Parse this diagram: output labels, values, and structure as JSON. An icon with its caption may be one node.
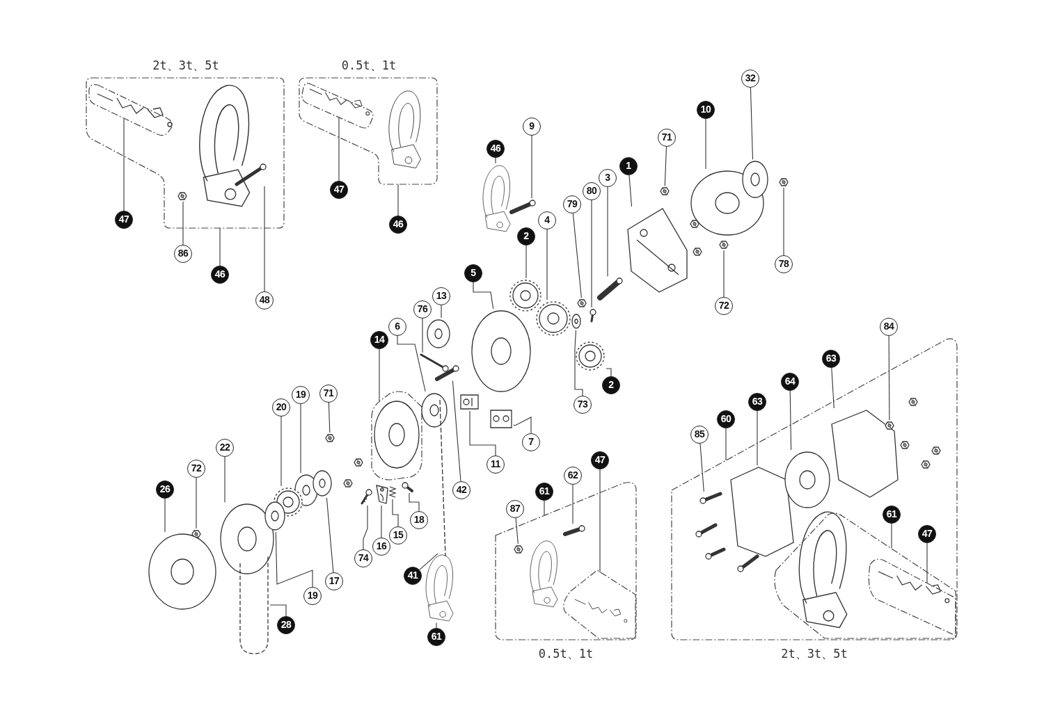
{
  "diagram": {
    "nodes": [
      {
        "text": [
          "2t、3t、5t"
        ]
      },
      {
        "text": [],
        "shape": "box",
        "in": 0
      },
      {
        "text": [
          "0.5t、1t"
        ]
      },
      {
        "text": [],
        "shape": "box",
        "in": 2
      },
      {
        "text": [
          "0.5t、1t"
        ]
      },
      {
        "text": [],
        "shape": "box",
        "in": 4
      },
      {
        "text": [
          "2t、3t、5t"
        ]
      },
      {
        "text": [],
        "shape": "box",
        "in": 6
      },
      {
        "text": [],
        "shape": "box",
        "in": 7
      },
      {
        "text": [],
        "shape": "box"
      },
      {
        "text": [
          "47"
        ]
      },
      {
        "text": [
          "86"
        ]
      },
      {
        "text": [
          "46"
        ]
      },
      {
        "text": [
          "48"
        ]
      },
      {
        "text": [
          "47"
        ]
      },
      {
        "text": [
          "46"
        ]
      },
      {
        "text": [
          "46"
        ]
      },
      {
        "text": [
          "9"
        ]
      },
      {
        "text": [
          "2"
        ]
      },
      {
        "text": [
          "4"
        ]
      },
      {
        "text": [
          "79"
        ]
      },
      {
        "text": [
          "80"
        ]
      },
      {
        "text": [
          "3"
        ]
      },
      {
        "text": [
          "1"
        ]
      },
      {
        "text": [
          "71"
        ]
      },
      {
        "text": [
          "10"
        ]
      },
      {
        "text": [
          "32"
        ]
      },
      {
        "text": [
          "78"
        ]
      },
      {
        "text": [
          "72"
        ]
      },
      {
        "text": [
          "5"
        ]
      },
      {
        "text": [
          "13"
        ]
      },
      {
        "text": [
          "76"
        ]
      },
      {
        "text": [
          "6"
        ]
      },
      {
        "text": [
          "14"
        ]
      },
      {
        "text": [
          "2"
        ]
      },
      {
        "text": [
          "73"
        ]
      },
      {
        "text": [
          "7"
        ]
      },
      {
        "text": [
          "11"
        ]
      },
      {
        "text": [
          "42"
        ]
      },
      {
        "text": [
          "71"
        ]
      },
      {
        "text": [
          "19"
        ]
      },
      {
        "text": [
          "20"
        ]
      },
      {
        "text": [
          "22"
        ]
      },
      {
        "text": [
          "72"
        ]
      },
      {
        "text": [
          "26"
        ]
      },
      {
        "text": [
          "17"
        ]
      },
      {
        "text": [
          "19"
        ]
      },
      {
        "text": [
          "28"
        ]
      },
      {
        "text": [
          "74"
        ]
      },
      {
        "text": [
          "16"
        ]
      },
      {
        "text": [
          "15"
        ]
      },
      {
        "text": [
          "18"
        ]
      },
      {
        "text": [
          "41"
        ]
      },
      {
        "text": [
          "61"
        ]
      },
      {
        "text": [
          "87"
        ]
      },
      {
        "text": [
          "61"
        ]
      },
      {
        "text": [
          "62"
        ]
      },
      {
        "text": [
          "47"
        ]
      },
      {
        "text": [
          "85"
        ]
      },
      {
        "text": [
          "60"
        ]
      },
      {
        "text": [
          "63"
        ]
      },
      {
        "text": [
          "64"
        ]
      },
      {
        "text": [
          "63"
        ]
      },
      {
        "text": [
          "84"
        ]
      },
      {
        "text": [
          "61"
        ],
        "in": 6
      },
      {
        "text": [
          "47"
        ],
        "in": 6
      },
      {
        "text": [],
        "shape": "picture",
        "in": 0
      },
      {
        "text": [],
        "shape": "picture",
        "in": 0
      },
      {
        "text": [],
        "shape": "picture"
      },
      {
        "text": [],
        "shape": "picture"
      },
      {
        "text": [],
        "shape": "picture"
      },
      {
        "text": [],
        "shape": "picture"
      },
      {
        "text": [],
        "shape": "picture"
      },
      {
        "text": [],
        "shape": "picture"
      },
      {
        "text": [],
        "shape": "picture"
      },
      {
        "text": [],
        "shape": "picture"
      },
      {
        "text": [],
        "shape": "picture"
      },
      {
        "text": [],
        "shape": "picture"
      },
      {
        "text": [],
        "shape": "picture"
      },
      {
        "text": [],
        "shape": "picture"
      },
      {
        "text": [],
        "shape": "picture"
      },
      {
        "text": [],
        "shape": "picture"
      },
      {
        "text": [],
        "shape": "picture"
      },
      {
        "text": [],
        "shape": "picture"
      },
      {
        "text": [],
        "shape": "picture"
      },
      {
        "text": [],
        "shape": "picture"
      },
      {
        "text": [],
        "shape": "picture"
      },
      {
        "text": [],
        "shape": "picture"
      },
      {
        "text": [],
        "shape": "picture"
      },
      {
        "text": [],
        "shape": "picture"
      },
      {
        "text": [],
        "shape": "picture"
      },
      {
        "text": [],
        "shape": "picture"
      },
      {
        "text": [],
        "shape": "picture"
      },
      {
        "text": [],
        "shape": "picture"
      },
      {
        "text": [],
        "shape": "picture"
      },
      {
        "text": [],
        "shape": "picture"
      },
      {
        "text": [],
        "shape": "picture"
      },
      {
        "text": [],
        "shape": "picture"
      },
      {
        "text": [],
        "shape": "picture"
      },
      {
        "text": [],
        "shape": "picture"
      },
      {
        "text": [],
        "shape": "picture"
      },
      {
        "text": [],
        "shape": "picture"
      },
      {
        "text": [],
        "shape": "picture"
      },
      {
        "text": [],
        "shape": "picture"
      },
      {
        "text": [],
        "shape": "picture"
      },
      {
        "text": [],
        "shape": "picture",
        "in": 4
      },
      {
        "text": [],
        "shape": "picture",
        "in": 4
      },
      {
        "text": [],
        "shape": "picture",
        "in": 6
      },
      {
        "text": [],
        "shape": "picture",
        "in": 6
      },
      {
        "text": [],
        "shape": "picture",
        "in": 6
      },
      {
        "text": [],
        "shape": "picture",
        "in": 6
      },
      {
        "text": [],
        "shape": "picture",
        "in": 6
      }
    ],
    "edges": [
      {
        "from": 10,
        "to": 1,
        "arrow": "none"
      },
      {
        "from": 11,
        "to": 66,
        "arrow": "none"
      },
      {
        "from": 12,
        "to": 0,
        "arrow": "none"
      },
      {
        "from": 13,
        "to": 67,
        "arrow": "none"
      },
      {
        "from": 14,
        "to": 3,
        "arrow": "none"
      },
      {
        "from": 15,
        "to": 2,
        "arrow": "none"
      },
      {
        "from": 16,
        "to": 68,
        "arrow": "none"
      },
      {
        "from": 17,
        "to": 69,
        "arrow": "none"
      },
      {
        "from": 18,
        "to": 70,
        "arrow": "none"
      },
      {
        "from": 19,
        "to": 71,
        "arrow": "none"
      },
      {
        "from": 20,
        "to": 72,
        "arrow": "none"
      },
      {
        "from": 21,
        "to": 73,
        "arrow": "none"
      },
      {
        "from": 22,
        "to": 74,
        "arrow": "none"
      },
      {
        "from": 23,
        "to": 75,
        "arrow": "none"
      },
      {
        "from": 24,
        "to": 76,
        "arrow": "none"
      },
      {
        "from": 25,
        "to": 77,
        "arrow": "none"
      },
      {
        "from": 26,
        "to": 78,
        "arrow": "none"
      },
      {
        "from": 27,
        "to": 79,
        "arrow": "none"
      },
      {
        "from": 28,
        "to": 80,
        "arrow": "none"
      },
      {
        "from": 29,
        "to": 81,
        "arrow": "none"
      },
      {
        "from": 30,
        "to": 82,
        "arrow": "none"
      },
      {
        "from": 31,
        "to": 83,
        "arrow": "none"
      },
      {
        "from": 32,
        "to": 84,
        "arrow": "none"
      },
      {
        "from": 33,
        "to": 9,
        "arrow": "none"
      },
      {
        "from": 34,
        "to": 85,
        "arrow": "none"
      },
      {
        "from": 35,
        "to": 86,
        "arrow": "none"
      },
      {
        "from": 36,
        "to": 87,
        "arrow": "none"
      },
      {
        "from": 37,
        "to": 88,
        "arrow": "none"
      },
      {
        "from": 38,
        "to": 89,
        "arrow": "none"
      },
      {
        "from": 39,
        "to": 90,
        "arrow": "none"
      },
      {
        "from": 40,
        "to": 91,
        "arrow": "none"
      },
      {
        "from": 41,
        "to": 92,
        "arrow": "none"
      },
      {
        "from": 42,
        "to": 93,
        "arrow": "none"
      },
      {
        "from": 43,
        "to": 94,
        "arrow": "none"
      },
      {
        "from": 44,
        "to": 95,
        "arrow": "none"
      },
      {
        "from": 45,
        "to": 96,
        "arrow": "none"
      },
      {
        "from": 46,
        "to": 97,
        "arrow": "none"
      },
      {
        "from": 47,
        "to": 98,
        "arrow": "none"
      },
      {
        "from": 48,
        "to": 99,
        "arrow": "none"
      },
      {
        "from": 49,
        "to": 100,
        "arrow": "none"
      },
      {
        "from": 50,
        "to": 101,
        "arrow": "none"
      },
      {
        "from": 51,
        "to": 102,
        "arrow": "none"
      },
      {
        "from": 52,
        "to": 103,
        "arrow": "none"
      },
      {
        "from": 53,
        "to": 104,
        "arrow": "none"
      },
      {
        "from": 54,
        "to": 105,
        "arrow": "none"
      },
      {
        "from": 55,
        "to": 4,
        "arrow": "none"
      },
      {
        "from": 56,
        "to": 106,
        "arrow": "none"
      },
      {
        "from": 57,
        "to": 5,
        "arrow": "none"
      },
      {
        "from": 58,
        "to": 107,
        "arrow": "none"
      },
      {
        "from": 59,
        "to": 6,
        "arrow": "none"
      },
      {
        "from": 60,
        "to": 108,
        "arrow": "none"
      },
      {
        "from": 61,
        "to": 109,
        "arrow": "none"
      },
      {
        "from": 62,
        "to": 110,
        "arrow": "none"
      },
      {
        "from": 63,
        "to": 111,
        "arrow": "none"
      },
      {
        "from": 64,
        "to": 7,
        "arrow": "none"
      },
      {
        "from": 65,
        "to": 8,
        "arrow": "none"
      }
    ]
  }
}
